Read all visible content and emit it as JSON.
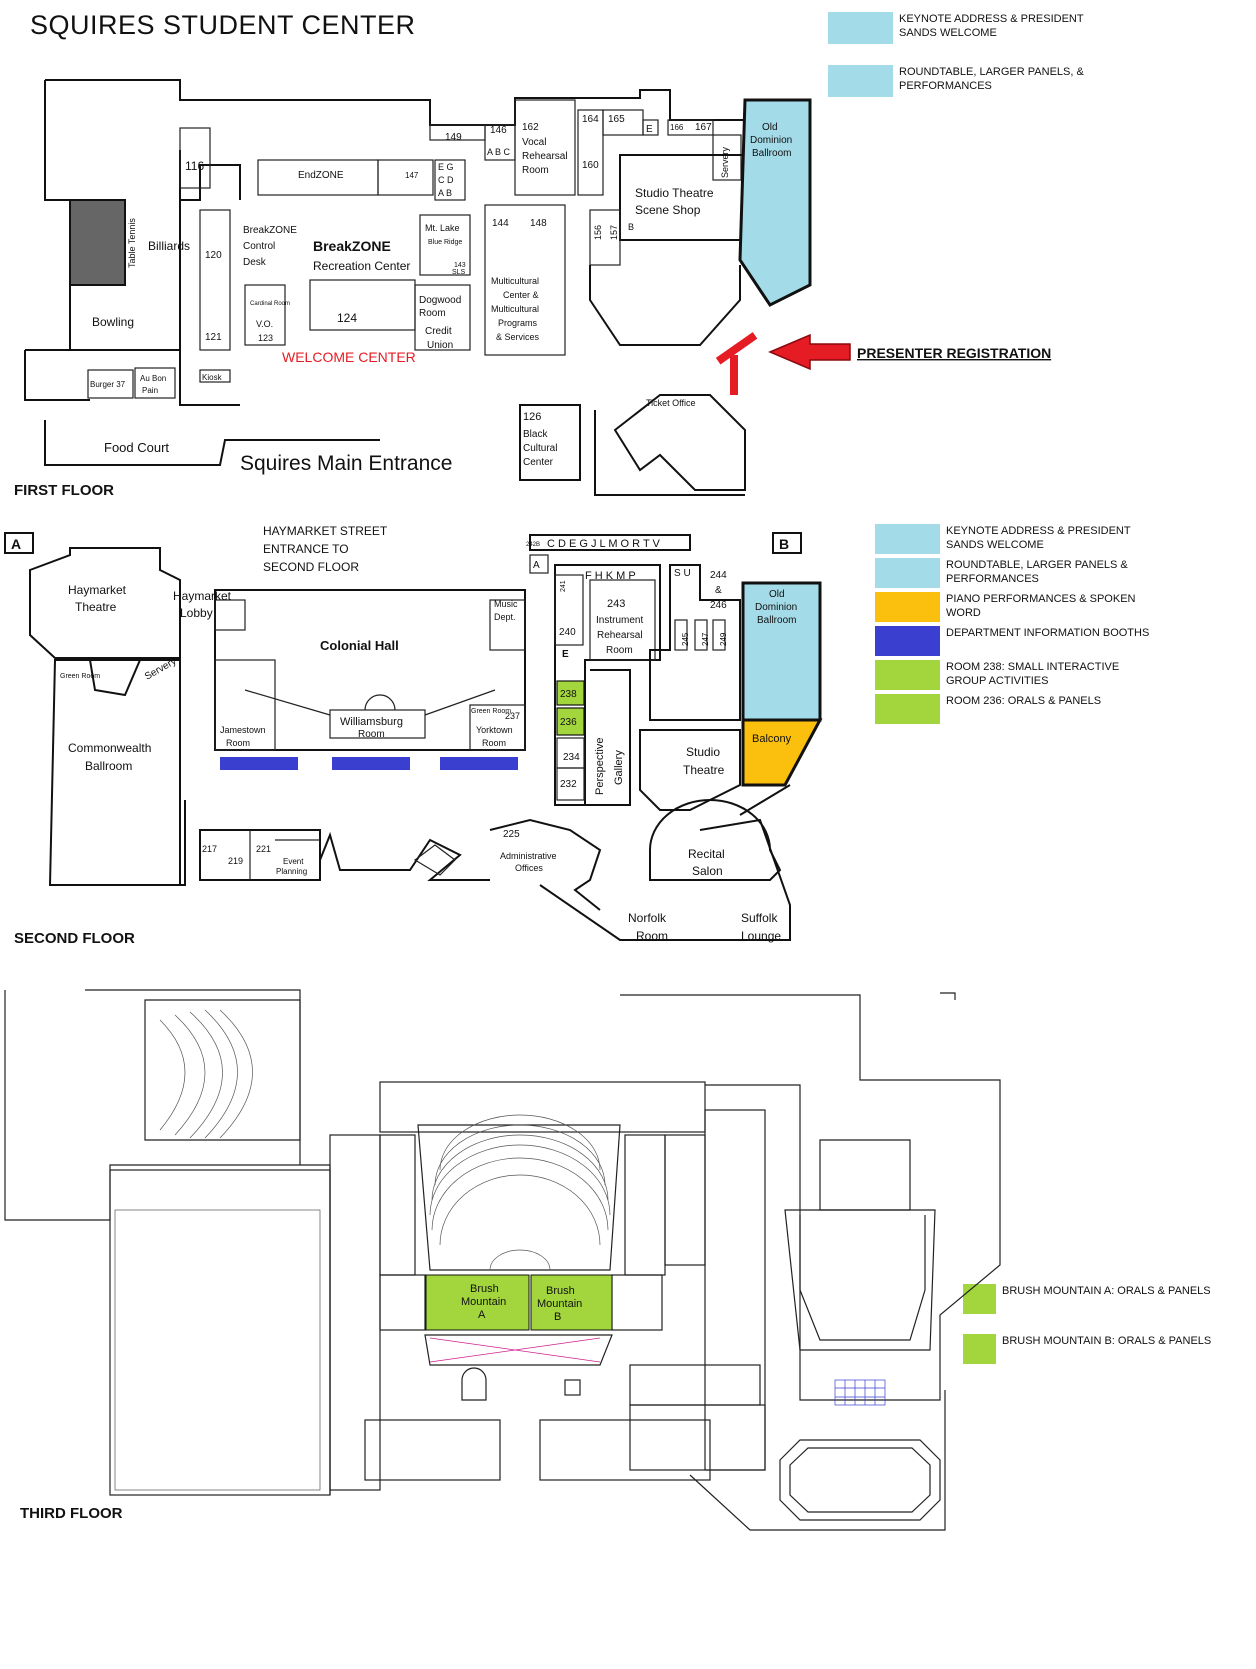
{
  "title": "SQUIRES STUDENT CENTER",
  "floors": {
    "first": "FIRST FLOOR",
    "second": "SECOND FLOOR",
    "third": "THIRD FLOOR"
  },
  "colors": {
    "light_blue": "#a4dbe8",
    "orange": "#fbbf0e",
    "dark_blue": "#3a3fd0",
    "green": "#a3d63c",
    "red": "#e51c23"
  },
  "legend_first": [
    {
      "color": "#a4dbe8",
      "text": "KEYNOTE ADDRESS & PRESIDENT SANDS WELCOME"
    },
    {
      "color": "#a4dbe8",
      "text": "ROUNDTABLE, LARGER PANELS, & PERFORMANCES"
    }
  ],
  "legend_second": [
    {
      "color": "#a4dbe8",
      "text": "KEYNOTE ADDRESS & PRESIDENT SANDS WELCOME"
    },
    {
      "color": "#a4dbe8",
      "text": "ROUNDTABLE, LARGER PANELS & PERFORMANCES"
    },
    {
      "color": "#fbbf0e",
      "text": "PIANO PERFORMANCES & SPOKEN WORD"
    },
    {
      "color": "#3a3fd0",
      "text": "DEPARTMENT INFORMATION BOOTHS"
    },
    {
      "color": "#a3d63c",
      "text": "ROOM 238: SMALL INTERACTIVE GROUP ACTIVITIES"
    },
    {
      "color": "#a3d63c",
      "text": "ROOM 236: ORALS & PANELS"
    }
  ],
  "legend_third": [
    {
      "color": "#a3d63c",
      "text": "BRUSH MOUNTAIN A: ORALS & PANELS"
    },
    {
      "color": "#a3d63c",
      "text": "BRUSH MOUNTAIN B: ORALS & PANELS"
    }
  ],
  "first_floor": {
    "rooms": {
      "r116": "116",
      "r149": "149",
      "r146": "146",
      "r162": "162",
      "vocal": "Vocal",
      "rehearsal": "Rehearsal",
      "room": "Room",
      "r164": "164",
      "r165": "165",
      "e": "E",
      "r166": "166",
      "r167": "167",
      "old": "Old",
      "dominion": "Dominion",
      "ballroom": "Ballroom",
      "servery": "Servery",
      "endzone": "EndZONE",
      "r147": "147",
      "eg": "E G",
      "cd": "C D",
      "ab": "A B",
      "abc": "A B C",
      "r160": "160",
      "studio_theatre": "Studio Theatre",
      "scene_shop": "Scene Shop",
      "r144": "144",
      "r148": "148",
      "r156": "156",
      "r157": "157",
      "b": "B",
      "table_tennis": "Table Tennis",
      "billiards": "Billiards",
      "breakzone_desk1": "BreakZONE",
      "breakzone_desk2": "Control",
      "breakzone_desk3": "Desk",
      "breakzone": "BreakZONE",
      "recreation": "Recreation Center",
      "mt_lake": "Mt. Lake",
      "blue_ridge": "Blue Ridge",
      "r143": "143",
      "sls": "SLS",
      "r120": "120",
      "r121": "121",
      "cardinal": "Cardinal Room",
      "vo": "V.O.",
      "r123": "123",
      "r124": "124",
      "dogwood": "Dogwood",
      "dogwood_room": "Room",
      "credit": "Credit",
      "union": "Union",
      "multi1": "Multicultural",
      "multi2": "Center &",
      "multi3": "Multicultural",
      "multi4": "Programs",
      "multi5": "& Services",
      "bowling": "Bowling",
      "welcome_center": "WELCOME CENTER",
      "presenter_registration": "PRESENTER REGISTRATION",
      "burger37": "Burger 37",
      "au_bon": "Au Bon",
      "pain": "Pain",
      "kiosk": "Kiosk",
      "r126": "126",
      "black": "Black",
      "cultural": "Cultural",
      "center": "Center",
      "ticket_office": "Ticket Office",
      "food_court": "Food Court",
      "main_entrance": "Squires Main Entrance"
    }
  },
  "second_floor": {
    "rooms": {
      "a": "A",
      "b": "B",
      "haymarket_entrance1": "HAYMARKET STREET",
      "haymarket_entrance2": "ENTRANCE TO",
      "haymarket_entrance3": "SECOND FLOOR",
      "haymarket_theatre1": "Haymarket",
      "haymarket_theatre2": "Theatre",
      "haymarket_lobby1": "Haymarket",
      "haymarket_lobby2": "Lobby",
      "music_dept1": "Music",
      "music_dept2": "Dept.",
      "colonial_hall": "Colonial Hall",
      "green_room": "Green Room",
      "servery": "Servery",
      "jamestown1": "Jamestown",
      "jamestown2": "Room",
      "williamsburg1": "Williamsburg",
      "williamsburg2": "Room",
      "green_room2": "Green Room",
      "r237": "237",
      "yorktown1": "Yorktown",
      "yorktown2": "Room",
      "commonwealth1": "Commonwealth",
      "commonwealth2": "Ballroom",
      "letters_top": "C D E G J L M O R T V",
      "r242b": "242B",
      "letters_mid": "F H K M P",
      "su": "S U",
      "r243": "243",
      "instrument": "Instrument",
      "rehearsal": "Rehearsal",
      "room": "Room",
      "r244": "244",
      "amp": "&",
      "r246": "246",
      "r240": "240",
      "e": "E",
      "old": "Old",
      "dominion": "Dominion",
      "ballroom": "Ballroom",
      "balcony": "Balcony",
      "r238": "238",
      "r236": "236",
      "r234": "234",
      "r232": "232",
      "perspective": "Perspective",
      "gallery": "Gallery",
      "studio": "Studio",
      "theatre": "Theatre",
      "r217": "217",
      "r219": "219",
      "r221": "221",
      "event": "Event",
      "planning": "Planning",
      "r225": "225",
      "admin1": "Administrative",
      "admin2": "Offices",
      "recital": "Recital",
      "salon": "Salon",
      "norfolk1": "Norfolk",
      "norfolk2": "Room",
      "suffolk1": "Suffolk",
      "suffolk2": "Lounge",
      "r241": "241",
      "r245": "245",
      "r247": "247",
      "r249": "249"
    }
  },
  "third_floor": {
    "rooms": {
      "bm_a1": "Brush",
      "bm_a2": "Mountain",
      "bm_a3": "A",
      "bm_b1": "Brush",
      "bm_b2": "Mountain",
      "bm_b3": "B"
    }
  }
}
